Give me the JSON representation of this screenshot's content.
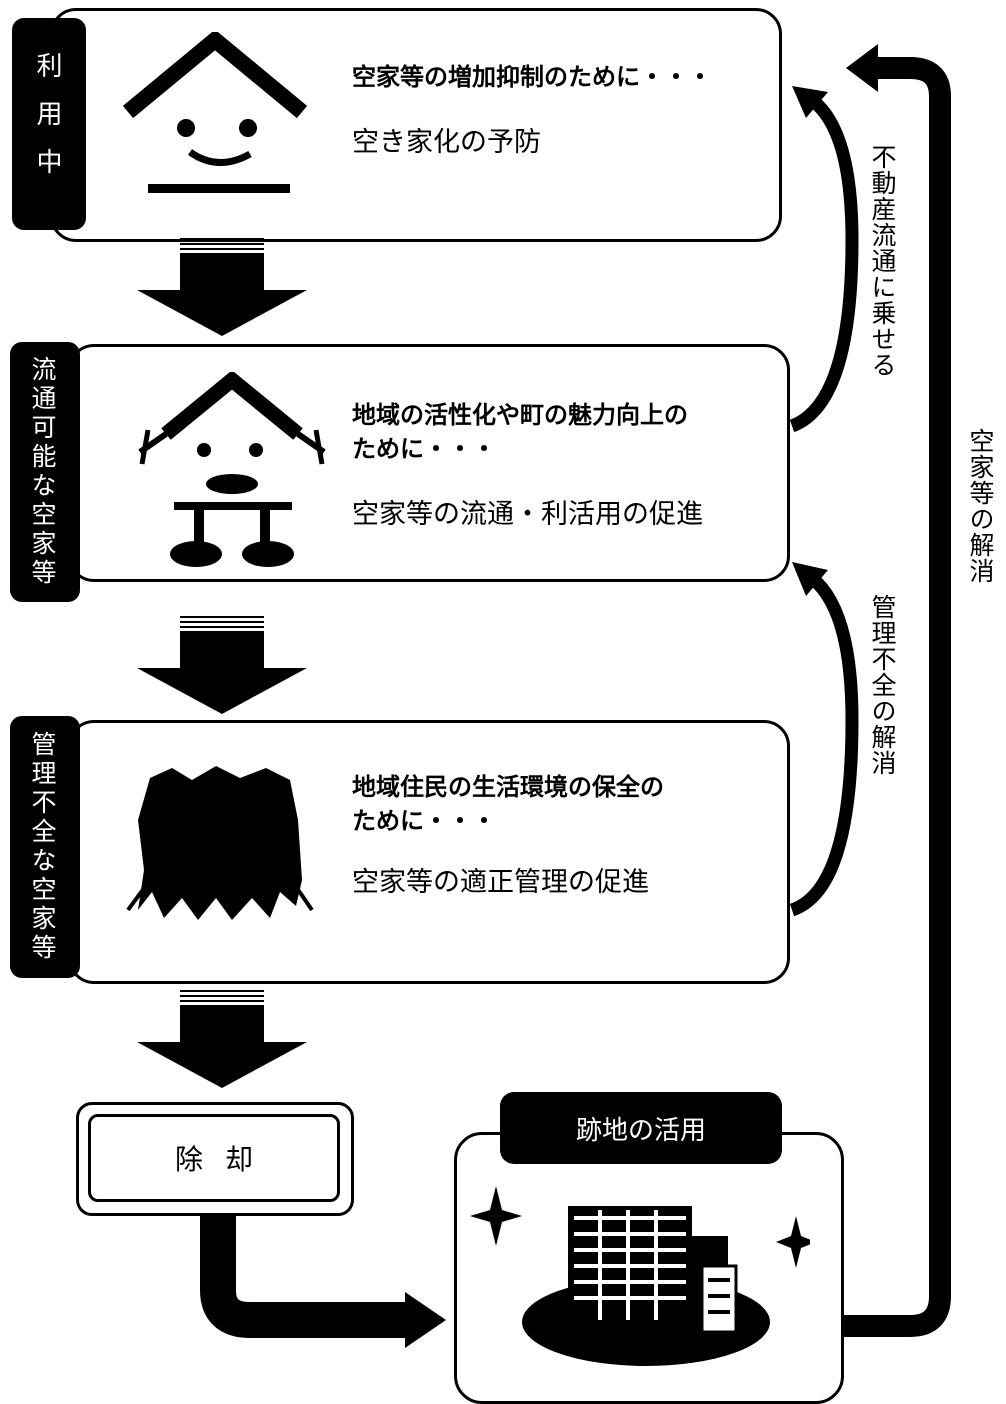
{
  "stages": [
    {
      "tab": "利用中",
      "heading_lines": [
        "空家等の増加抑制のために・・・"
      ],
      "subtitle": "空き家化の予防"
    },
    {
      "tab": "流通可能な空家等",
      "heading_lines": [
        "地域の活性化や町の魅力向上の",
        "ために・・・"
      ],
      "subtitle": "空家等の流通・利活用の促進"
    },
    {
      "tab": "管理不全な空家等",
      "heading_lines": [
        "地域住民の生活環境の保全の",
        "ために・・・"
      ],
      "subtitle": "空家等の適正管理の促進"
    }
  ],
  "removal": {
    "label": "除却"
  },
  "reuse": {
    "title": "跡地の活用"
  },
  "side_labels": {
    "market": "不動産流通に乗せる",
    "management": "管理不全の解消",
    "resolution": "空家等の解消"
  },
  "colors": {
    "ink": "#000000",
    "background": "#ffffff"
  }
}
